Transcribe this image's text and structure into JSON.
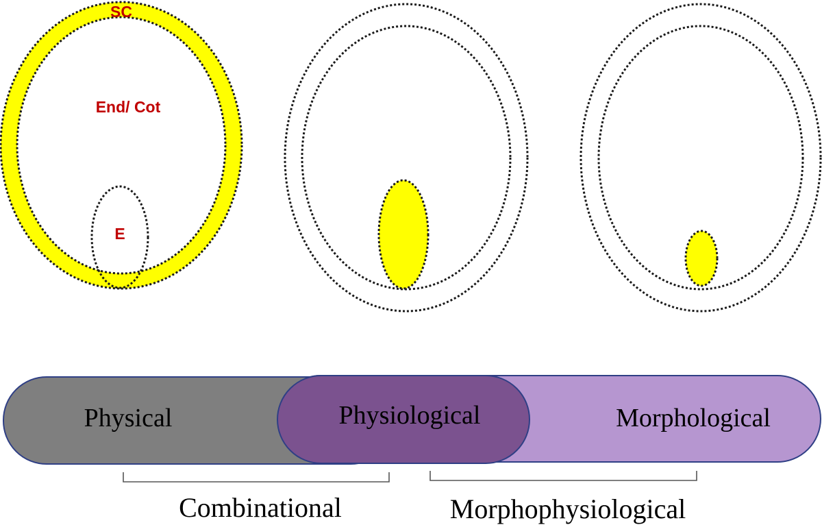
{
  "colors": {
    "highlight": "#ffff00",
    "outline": "#1a1a1a",
    "seed_label": "#c00000",
    "physical_fill": "#7f7f7f",
    "physiological_fill": "#7b528f",
    "morphological_fill": "#b696d0",
    "bar_border": "#2f3f85",
    "bar_text": "#000000",
    "bracket": "#555555"
  },
  "seeds": [
    {
      "highlighted_part": "seed-coat",
      "labels": {
        "seed_coat": "SC",
        "endosperm_cotyledon": "End/ Cot",
        "embryo": "E"
      }
    },
    {
      "highlighted_part": "embryo",
      "embryo_size": "large"
    },
    {
      "highlighted_part": "embryo",
      "embryo_size": "small"
    }
  ],
  "dormancy_bar": {
    "physical": "Physical",
    "physiological": "Physiological",
    "morphological": "Morphological"
  },
  "groups": {
    "combinational": "Combinational",
    "morphophysiological": "Morphophysiological"
  }
}
